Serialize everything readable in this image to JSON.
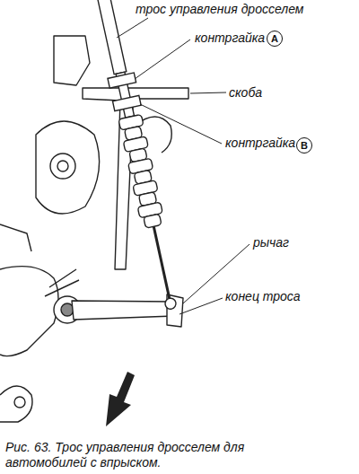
{
  "diagram": {
    "caption": "Рис. 63. Трос управления дросселем для автомобилей с впрыском.",
    "nodes": [
      {
        "text": [
          "A"
        ]
      },
      {
        "text": [
          "B"
        ]
      }
    ],
    "labels": [
      "трос управления дросселем",
      "контргайка",
      "скоба",
      "контргайка",
      "рычаг",
      "конец троса"
    ]
  }
}
